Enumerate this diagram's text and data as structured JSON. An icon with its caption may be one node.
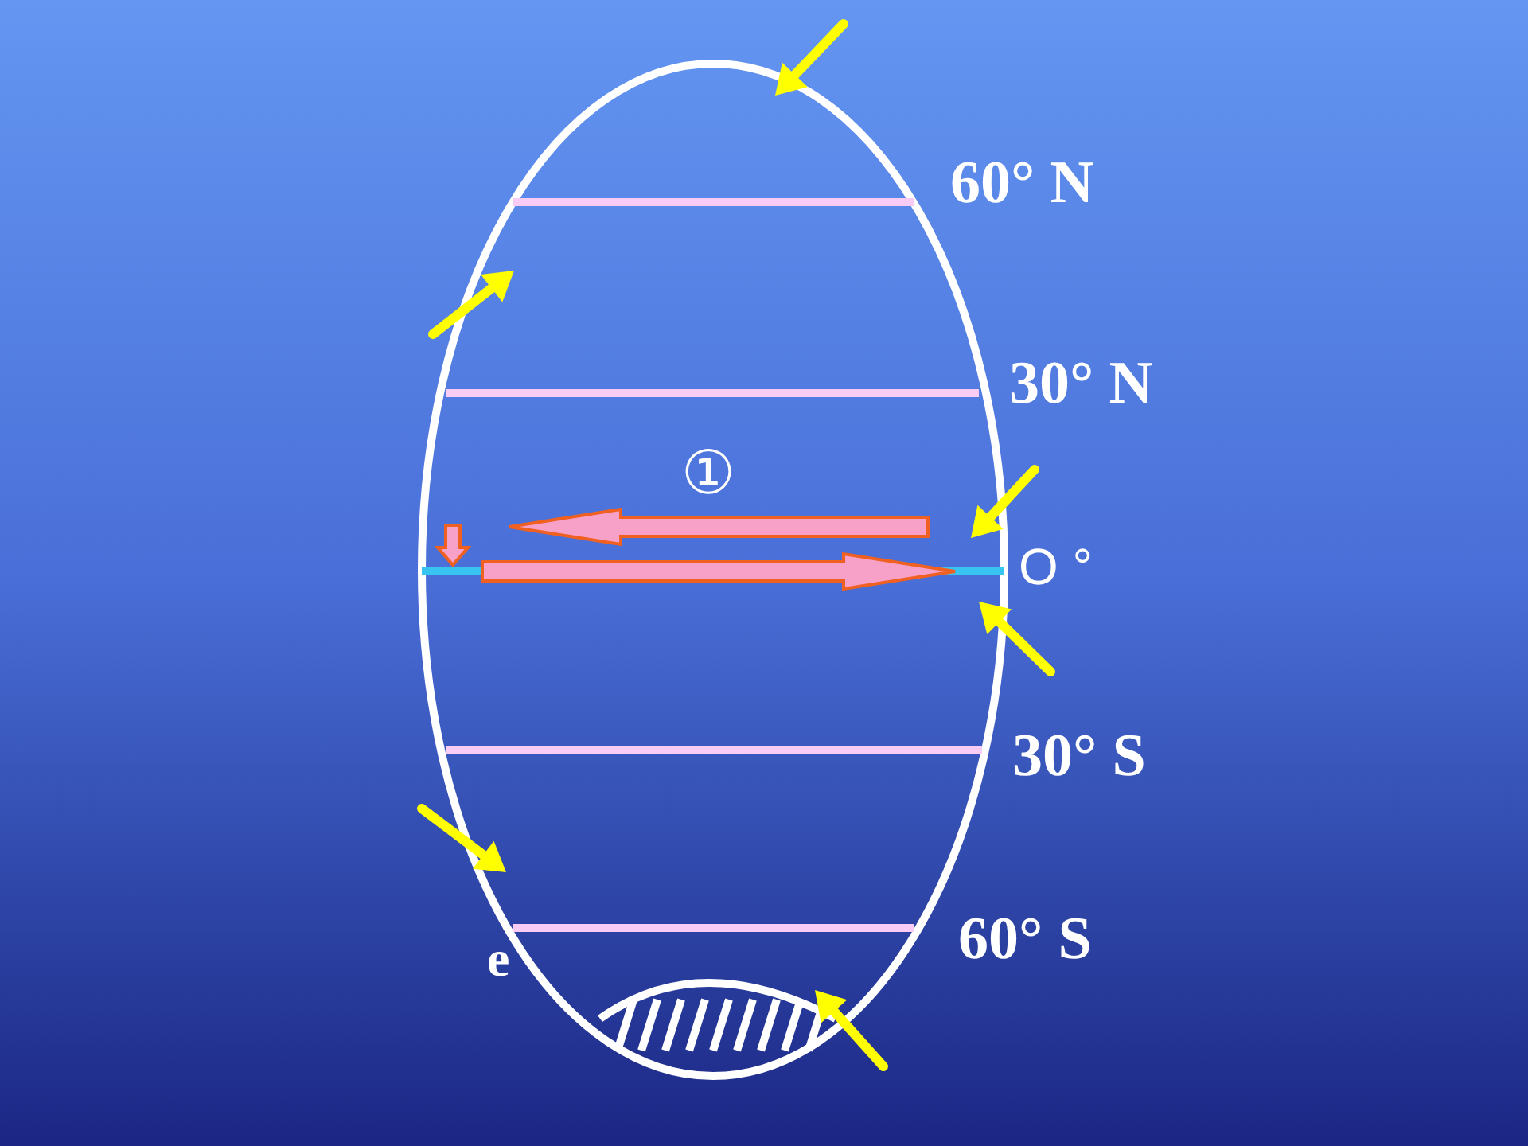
{
  "diagram": {
    "labels": [
      "60° N",
      "30° N",
      "①",
      "O °",
      "30° S",
      "60° S",
      "e"
    ]
  }
}
